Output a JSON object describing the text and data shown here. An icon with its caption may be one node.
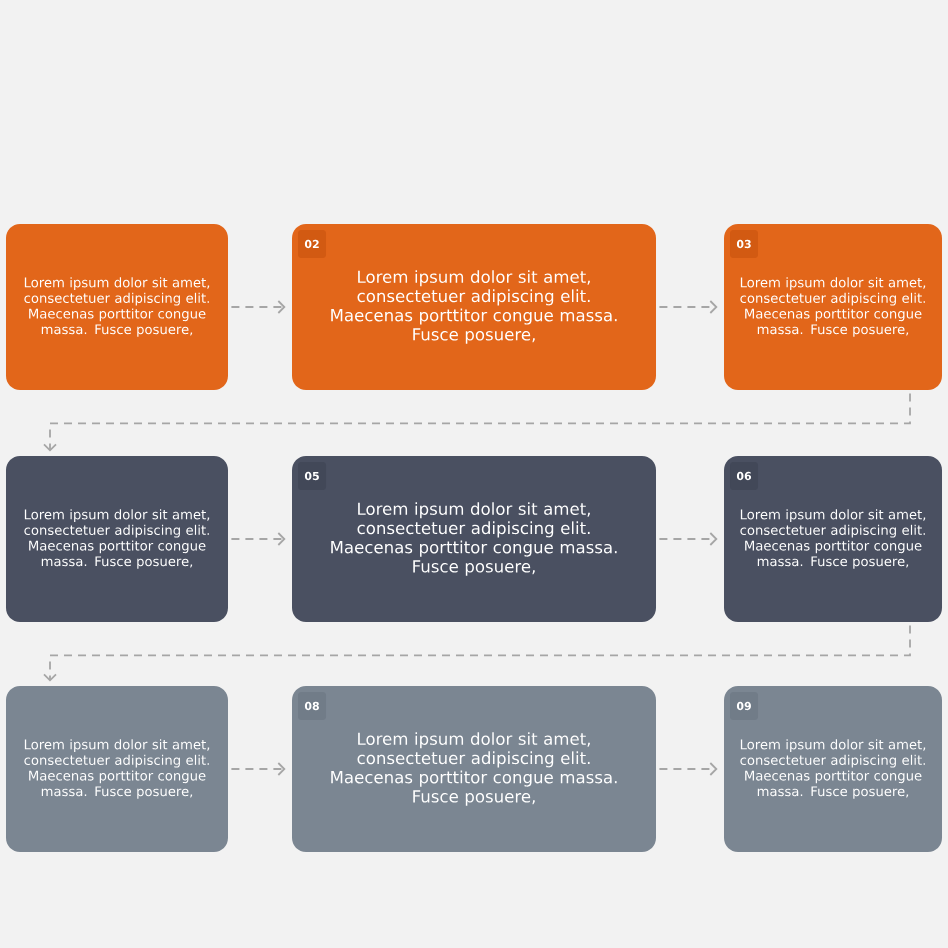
{
  "diagram": {
    "nodes": [
      {
        "text": [
          "Lorem ipsum dolor sit amet, consectetuer adipiscing elit. Maecenas porttitor congue massa. Fusce posuere,"
        ]
      },
      {
        "text": [
          "02",
          "Lorem ipsum dolor sit amet, consectetuer adipiscing elit. Maecenas porttitor congue massa. Fusce posuere,"
        ]
      },
      {
        "text": [
          "03",
          "Lorem ipsum dolor sit amet, consectetuer adipiscing elit. Maecenas porttitor congue massa. Fusce posuere,"
        ]
      },
      {
        "text": [
          "Lorem ipsum dolor sit amet, consectetuer adipiscing elit. Maecenas porttitor congue massa. Fusce posuere,"
        ]
      },
      {
        "text": [
          "05",
          "Lorem ipsum dolor sit amet, consectetuer adipiscing elit. Maecenas porttitor congue massa. Fusce posuere,"
        ]
      },
      {
        "text": [
          "06",
          "Lorem ipsum dolor sit amet, consectetuer adipiscing elit. Maecenas porttitor congue massa. Fusce posuere,"
        ]
      },
      {
        "text": [
          "Lorem ipsum dolor sit amet, consectetuer adipiscing elit. Maecenas porttitor congue massa. Fusce posuere,"
        ]
      },
      {
        "text": [
          "08",
          "Lorem ipsum dolor sit amet, consectetuer adipiscing elit. Maecenas porttitor congue massa. Fusce posuere,"
        ]
      },
      {
        "text": [
          "09",
          "Lorem ipsum dolor sit amet, consectetuer adipiscing elit. Maecenas porttitor congue massa. Fusce posuere,"
        ]
      }
    ],
    "edges": [
      {
        "from": 0,
        "to": 1,
        "arrow": "to",
        "style": "dashed"
      },
      {
        "from": 1,
        "to": 2,
        "arrow": "to",
        "style": "dashed"
      },
      {
        "from": 2,
        "to": 3,
        "arrow": "to",
        "style": "dashed"
      },
      {
        "from": 3,
        "to": 4,
        "arrow": "to",
        "style": "dashed"
      },
      {
        "from": 4,
        "to": 5,
        "arrow": "to",
        "style": "dashed"
      },
      {
        "from": 5,
        "to": 6,
        "arrow": "to",
        "style": "dashed"
      },
      {
        "from": 6,
        "to": 7,
        "arrow": "to",
        "style": "dashed"
      },
      {
        "from": 7,
        "to": 8,
        "arrow": "to",
        "style": "dashed"
      }
    ]
  }
}
